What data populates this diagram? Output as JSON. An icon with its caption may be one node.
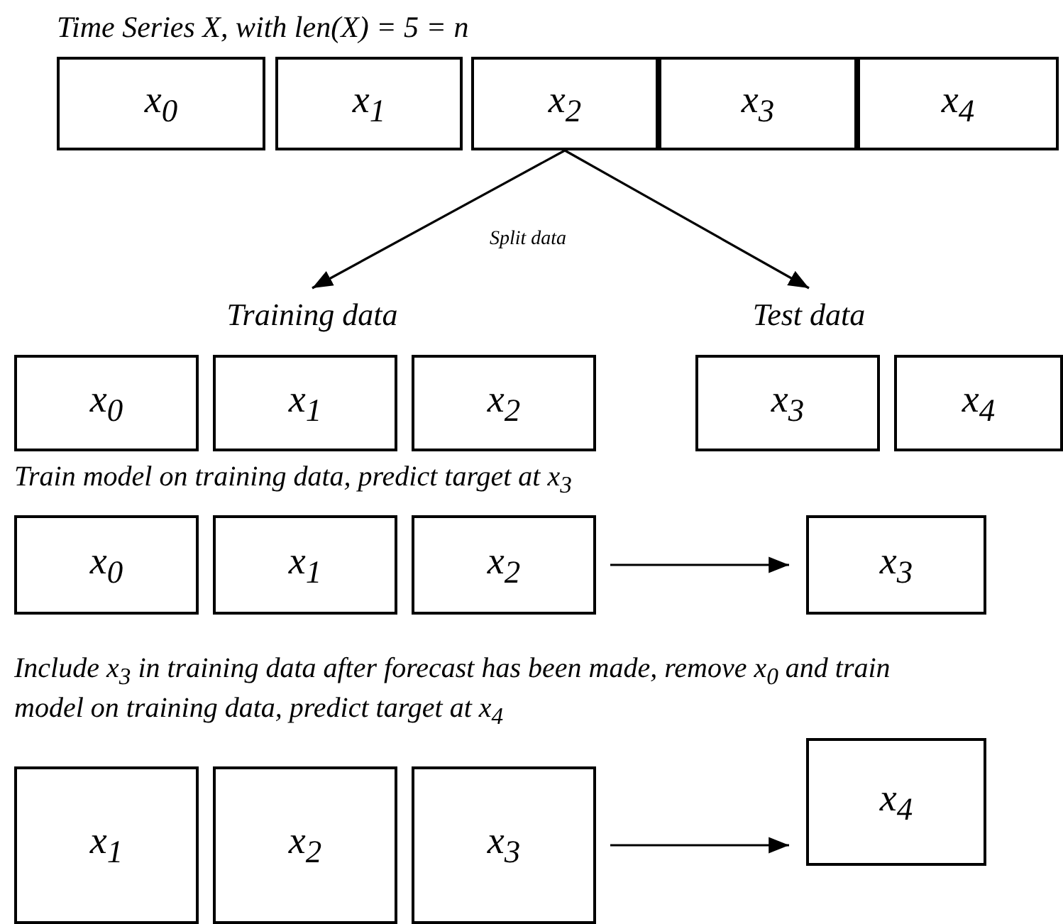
{
  "diagram": {
    "title": "Time Series X, with len(X) = 5 = n",
    "nodes": [
      {
        "text": [
          "x$_{0}$"
        ]
      },
      {
        "text": [
          "x$_{1}$"
        ]
      },
      {
        "text": [
          "x$_{2}$"
        ]
      },
      {
        "text": [
          "x$_{3}$"
        ]
      },
      {
        "text": [
          "x$_{4}$"
        ]
      },
      {
        "text": [
          "Training data"
        ]
      },
      {
        "text": [
          "Test data"
        ]
      },
      {
        "text": [
          "x$_{0}$"
        ]
      },
      {
        "text": [
          "x$_{1}$"
        ]
      },
      {
        "text": [
          "x$_{2}$"
        ]
      },
      {
        "text": [
          "x$_{3}$"
        ]
      },
      {
        "text": [
          "x$_{4}$"
        ]
      },
      {
        "text": [
          "x$_{0}$"
        ]
      },
      {
        "text": [
          "x$_{1}$"
        ]
      },
      {
        "text": [
          "x$_{2}$"
        ]
      },
      {
        "text": [
          "x$_{3}$"
        ]
      },
      {
        "text": [
          "x$_{1}$"
        ]
      },
      {
        "text": [
          "x$_{2}$"
        ]
      },
      {
        "text": [
          "x$_{3}$"
        ]
      },
      {
        "text": [
          "x$_{4}$"
        ]
      }
    ],
    "edges": [
      {
        "from": 2,
        "to": 5,
        "arrow": "to"
      },
      {
        "from": 2,
        "to": 6,
        "arrow": "to"
      },
      {
        "from": 14,
        "to": 15,
        "arrow": "to"
      },
      {
        "from": 18,
        "to": 19,
        "arrow": "to"
      }
    ],
    "labels": [
      "Split data",
      "Train model on training data, predict target at x$_{3}$",
      "Include x$_{3}$ in training data after forecast has been made, remove x$_{0}$ and train model on training data, predict target at x$_{4}$"
    ]
  }
}
